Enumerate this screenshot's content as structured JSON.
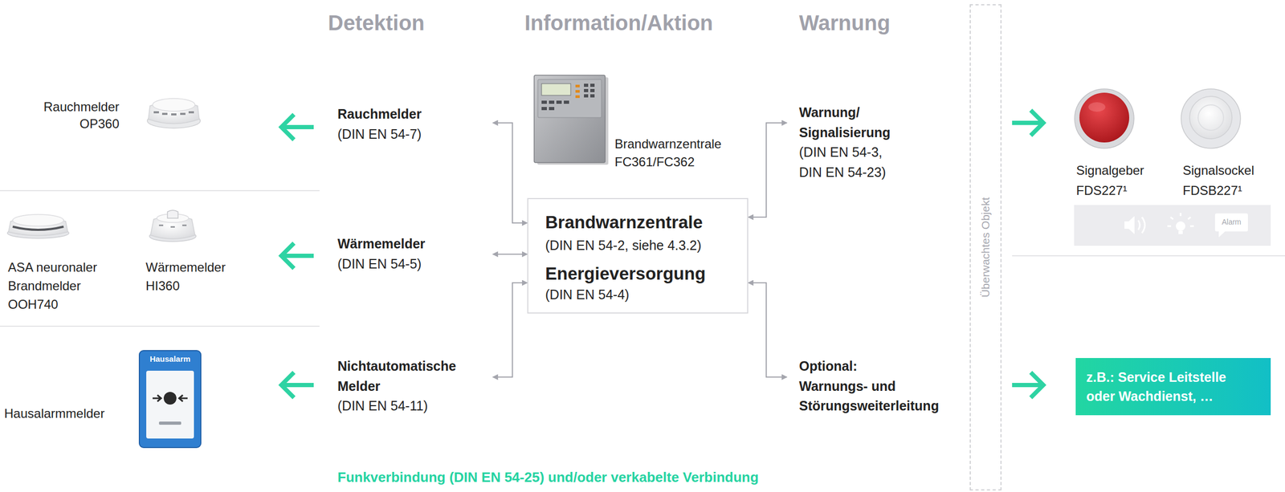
{
  "diagram": {
    "nodes": [
      {
        "text": [
          "Rauchmelder",
          "(DIN EN 54-7)"
        ]
      },
      {
        "text": [
          "Wärmemelder",
          "(DIN EN 54-5)"
        ]
      },
      {
        "text": [
          "Nichtautomatische Melder",
          "(DIN EN 54-11)"
        ]
      },
      {
        "text": [
          "Brandwarnzentrale",
          "(DIN EN 54-2, siehe 4.3.2)",
          "Energieversorgung",
          "(DIN EN 54-4)"
        ]
      },
      {
        "text": [
          "Warnung/ Signalisierung",
          "(DIN EN 54-3, DIN EN 54-23)"
        ]
      },
      {
        "text": [
          "Optional:",
          "Warnungs- und Störungsweiterleitung"
        ]
      },
      {
        "text": [
          "Überwachtes Objekt"
        ]
      },
      {
        "text": [
          "z.B.: Service Leitstelle oder Wachdienst, …"
        ]
      }
    ],
    "edges": [
      {
        "from": 0,
        "to": 3,
        "arrow": "both"
      },
      {
        "from": 1,
        "to": 3,
        "arrow": "both"
      },
      {
        "from": 2,
        "to": 3,
        "arrow": "both"
      },
      {
        "from": 3,
        "to": 4,
        "arrow": "both"
      },
      {
        "from": 3,
        "to": 5,
        "arrow": "both"
      }
    ],
    "labels": [
      "Detektion",
      "Information/Aktion",
      "Warnung",
      "Rauchmelder OP360",
      "Brandwarnzentrale FC361/FC362",
      "ASA neuronaler Brandmelder OOH740",
      "Wärmemelder HI360",
      "Hausalarm",
      "Hausalarmmelder",
      "Signalgeber FDS227¹",
      "Signalsockel FDSB227¹",
      "Alarm",
      "Funkverbindung (DIN EN 54-25) und/oder verkabelte Verbindung"
    ]
  }
}
